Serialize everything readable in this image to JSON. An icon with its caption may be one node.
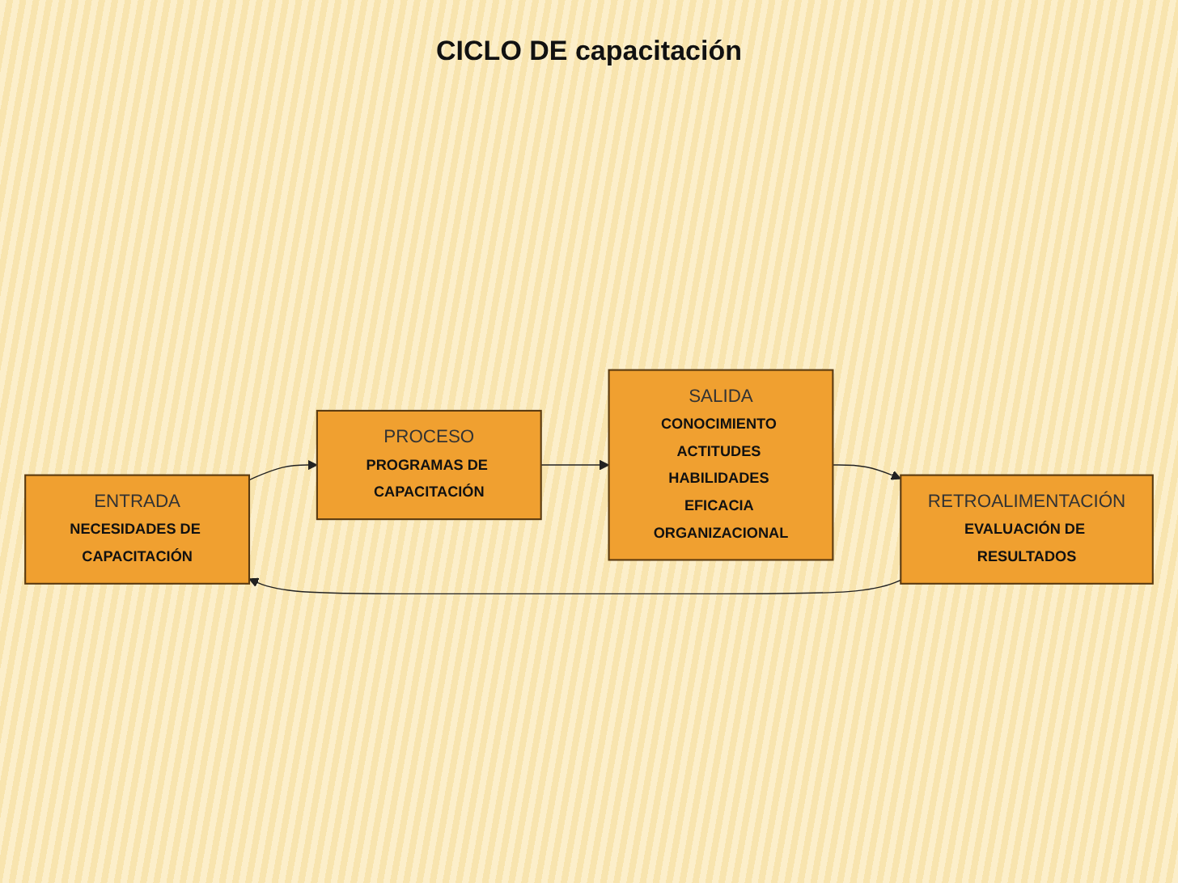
{
  "diagram": {
    "title": "CICLO DE capacitación",
    "nodes": [
      {
        "text": [
          "ENTRADA",
          "NECESIDADES DE CAPACITACIÓN"
        ]
      },
      {
        "text": [
          "PROCESO",
          "PROGRAMAS DE CAPACITACIÓN"
        ]
      },
      {
        "text": [
          "SALIDA",
          "CONOCIMIENTO ACTITUDES HABILIDADES EFICACIA ORGANIZACIONAL"
        ]
      },
      {
        "text": [
          "RETROALIMENTACIÓN",
          "EVALUACIÓN DE RESULTADOS"
        ]
      }
    ],
    "edges": [
      {
        "from": 0,
        "to": 1,
        "arrow": "to"
      },
      {
        "from": 1,
        "to": 2,
        "arrow": "to"
      },
      {
        "from": 2,
        "to": 3,
        "arrow": "to"
      },
      {
        "from": 3,
        "to": 0,
        "arrow": "to"
      }
    ]
  }
}
